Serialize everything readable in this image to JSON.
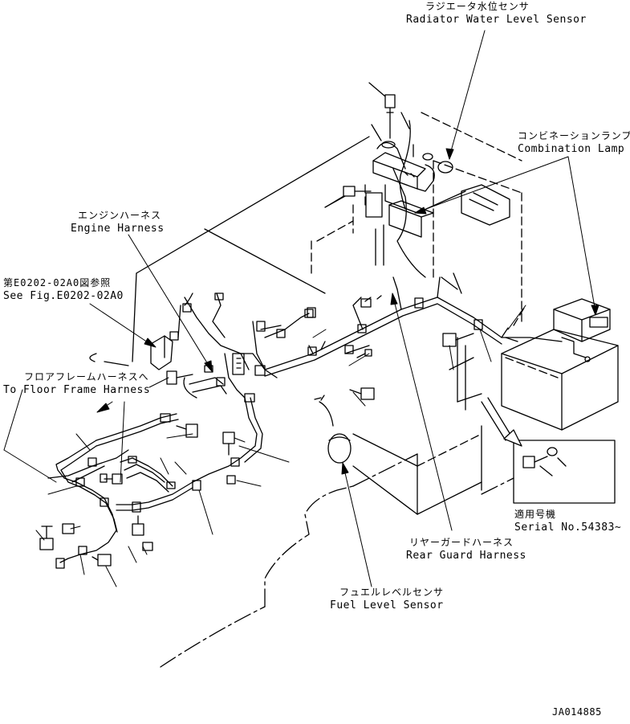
{
  "labels": {
    "radiator_jp": "ラジエータ水位センサ",
    "radiator_en": "Radiator Water Level Sensor",
    "combination_jp": "コンビネーションランプ",
    "combination_en": "Combination Lamp",
    "engine_jp": "エンジンハーネス",
    "engine_en": "Engine Harness",
    "seefig_jp": "第E0202-02A0図参照",
    "seefig_en": "See Fig.E0202-02A0",
    "floor_jp": "フロアフレームハーネスへ",
    "floor_en": "To Floor Frame Harness",
    "serial_jp": "適用号機",
    "serial_en": "Serial No.54383~",
    "rearguard_jp": "リヤーガードハーネス",
    "rearguard_en": "Rear Guard Harness",
    "fuel_jp": "フュエルレベルセンサ",
    "fuel_en": "Fuel Level Sensor",
    "drawing_code": "JA014885"
  }
}
